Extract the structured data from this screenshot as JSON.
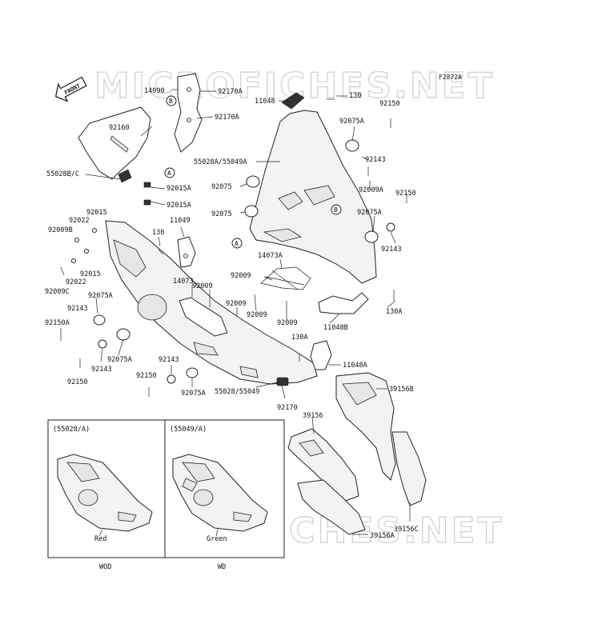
{
  "figure_code": "F2872A",
  "watermark_text": "MICROFICHES.NET",
  "front_arrow_text": "FRONT",
  "callout_a": "A",
  "callout_b": "B",
  "labels": {
    "p14090": "14090",
    "p92170A_1": "92170A",
    "p92170A_2": "92170A",
    "p11048": "11048",
    "p130_top": "130",
    "p92150_tr": "92150",
    "p92160": "92160",
    "p92075A_r1": "92075A",
    "p92143_r1": "92143",
    "p55028A": "55028A/55049A",
    "p55028BC": "55028B/C",
    "p92015A_1": "92015A",
    "p92015A_2": "92015A",
    "p92075_1": "92075",
    "p92075_2": "92075",
    "p92009A": "92009A",
    "p92150_r2": "92150",
    "p92075A_r2": "92075A",
    "p92143_r2": "92143",
    "p92015_1": "92015",
    "p92022_1": "92022",
    "p92009B": "92009B",
    "p11049": "11049",
    "p130_mid": "130",
    "p14073A": "14073A",
    "p92022_2": "92022",
    "p92015_2": "92015",
    "p92009C": "92009C",
    "p92075A_l": "92075A",
    "p14073": "14073",
    "p92009_1": "92009",
    "p92009_2": "92009",
    "p92009_3": "92009",
    "p92009_4": "92009",
    "p92009_5": "92009",
    "p92143_l1": "92143",
    "p92150A": "92150A",
    "p130A_1": "130A",
    "p11048B": "11048B",
    "p92075A_b": "92075A",
    "p130A_2": "130A",
    "p92143_l2": "92143",
    "p11048A": "11048A",
    "p92150_l": "92150",
    "p92143_b": "92143",
    "p92150_b": "92150",
    "p92075A_b2": "92075A",
    "p55028_55049": "55028/55049",
    "p39156B": "39156B",
    "p92170": "92170",
    "p39156": "39156",
    "p39156C": "39156C",
    "p39156A": "39156A"
  },
  "variants": {
    "left_header": "(55028/A)",
    "right_header": "(55049/A)",
    "left_color": "Red",
    "right_color": "Green",
    "left_model": "WOD",
    "right_model": "WD"
  }
}
